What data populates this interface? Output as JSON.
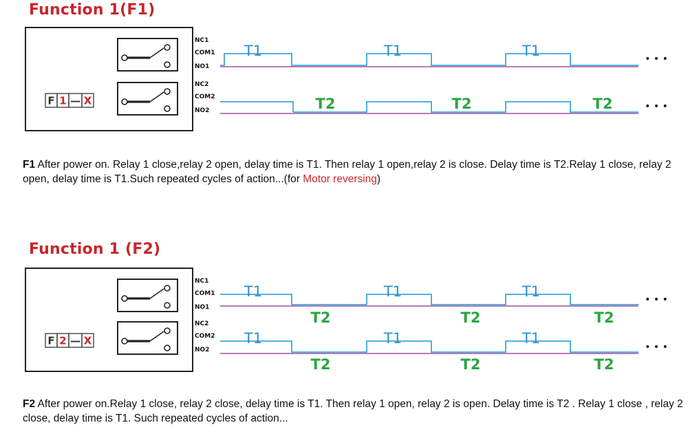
{
  "colors": {
    "title": "#c8262c",
    "wave_blue": "#3aa7d9",
    "wave_purple": "#a04e9c",
    "timing_green": "#2aa640",
    "timing_blue": "#2e8fc9",
    "box": "#222222"
  },
  "sections": [
    {
      "title": "Function 1(F1)",
      "display": {
        "chars": [
          "F",
          "1",
          "—",
          "X"
        ]
      },
      "relay_labels": {
        "r1": [
          "NC1",
          "COM1",
          "NO1"
        ],
        "r2": [
          "NC2",
          "COM2",
          "NO2"
        ]
      },
      "row1_labels": [
        "T1",
        "T1",
        "T1"
      ],
      "row1_below": [],
      "row2_labels": [
        "T2",
        "T2",
        "T2"
      ],
      "row2_below": [],
      "ellipsis": "• • •",
      "desc_bold": "F1",
      "desc_text": " After power on. Relay 1 close,relay 2 open, delay time is T1. Then relay 1 open,relay 2 is close. Delay time is T2.Relay 1 close, relay 2 open, delay time is T1.Such repeated cycles of action...(for ",
      "desc_red": "Motor reversing",
      "desc_end": ")"
    },
    {
      "title": "Function 1 (F2)",
      "display": {
        "chars": [
          "F",
          "2",
          "—",
          "X"
        ]
      },
      "relay_labels": {
        "r1": [
          "NC1",
          "COM1",
          "NO1"
        ],
        "r2": [
          "NC2",
          "COM2",
          "NO2"
        ]
      },
      "row1_labels": [
        "T1",
        "T1",
        "T1"
      ],
      "row1_below": [
        "T2",
        "T2",
        "T2"
      ],
      "row2_labels": [
        "T1",
        "T1",
        "T1"
      ],
      "row2_below": [
        "T2",
        "T2",
        "T2"
      ],
      "ellipsis": "• • •",
      "desc_bold": "F2",
      "desc_text": " After power on.Relay 1 close, relay 2 close, delay time is T1. Then relay 1 open, relay 2 is open. Delay time is T2 . Relay 1 close , relay 2 close, delay time is T1. Such repeated cycles of action...",
      "desc_red": "",
      "desc_end": ""
    }
  ]
}
